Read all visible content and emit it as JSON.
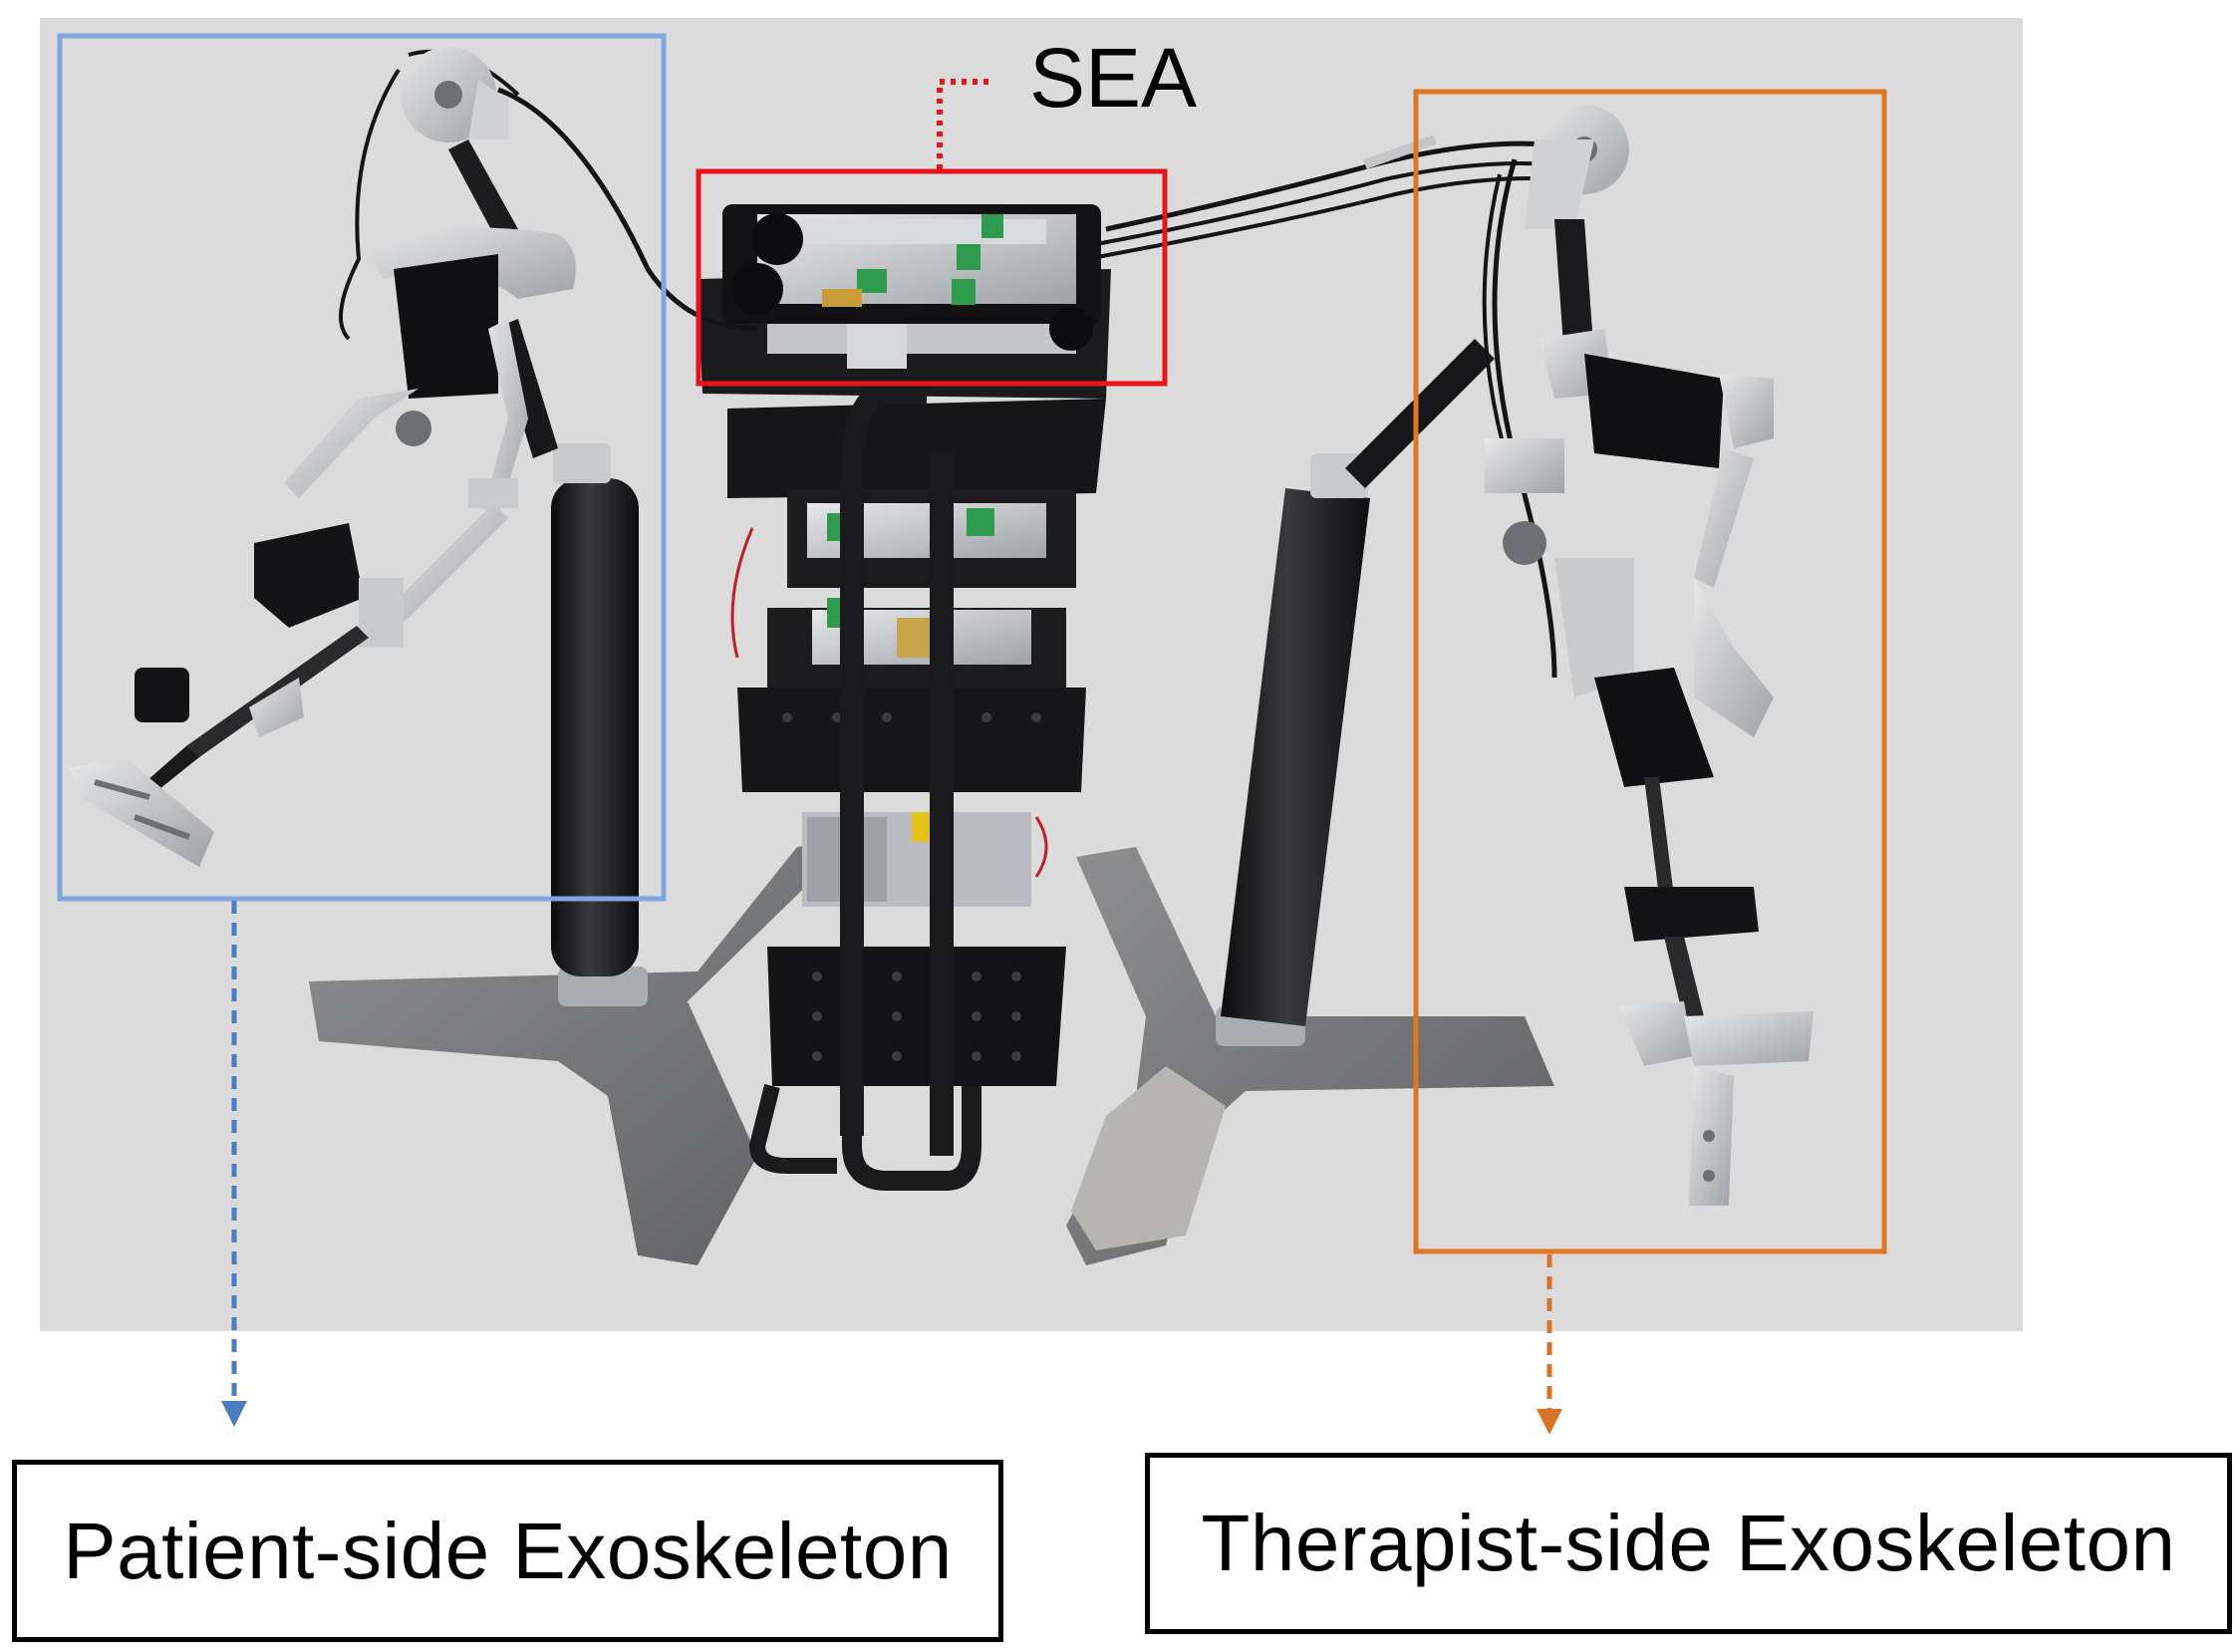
{
  "figure": {
    "labels": {
      "sea": "SEA",
      "patient_side": "Patient-side Exoskeleton",
      "therapist_side": "Therapist-side Exoskeleton"
    },
    "colors": {
      "patient_box": "#7fa7dc",
      "patient_arrow": "#4a7cc0",
      "sea_box": "#e8141b",
      "therapist_box": "#e0761f",
      "therapist_arrow": "#d97327",
      "photo_background": "#dcdbdc",
      "frame_black": "#1c1c1e",
      "metal": "#b9bcc0",
      "pcb_green": "#2e9b4f"
    }
  }
}
